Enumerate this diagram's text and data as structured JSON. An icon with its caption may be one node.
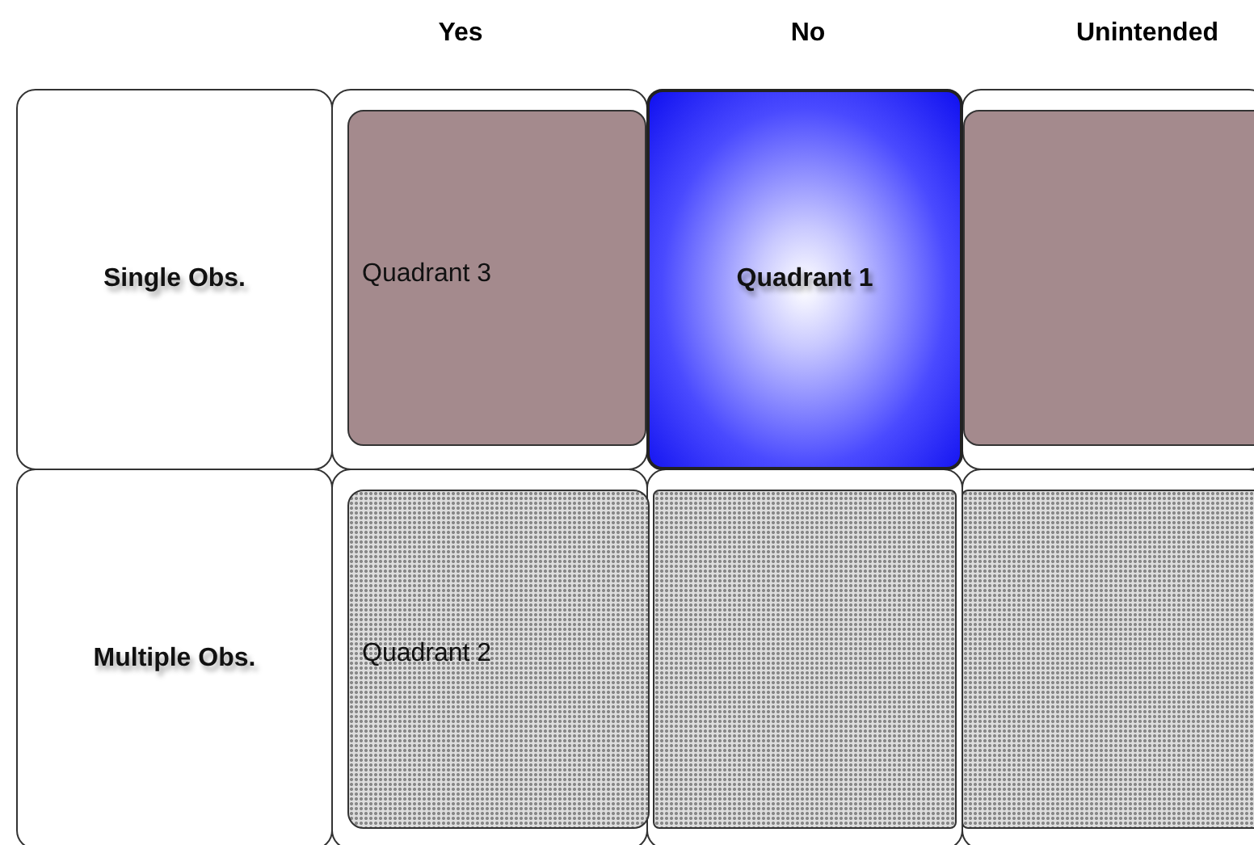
{
  "diagram": {
    "nodes": [
      {
        "text": [
          "Single Obs."
        ]
      },
      {
        "text": [
          "Multiple Obs."
        ]
      },
      {
        "text": [
          "Quadrant 3"
        ]
      },
      {
        "text": [
          "Quadrant 1"
        ]
      },
      {
        "text": [],
        "shape": "box"
      },
      {
        "text": [
          "Quadrant 2"
        ]
      },
      {
        "text": [],
        "shape": "box"
      },
      {
        "text": [],
        "shape": "box"
      }
    ],
    "edges": [],
    "labels": [
      "Yes",
      "No",
      "Unintended"
    ]
  }
}
